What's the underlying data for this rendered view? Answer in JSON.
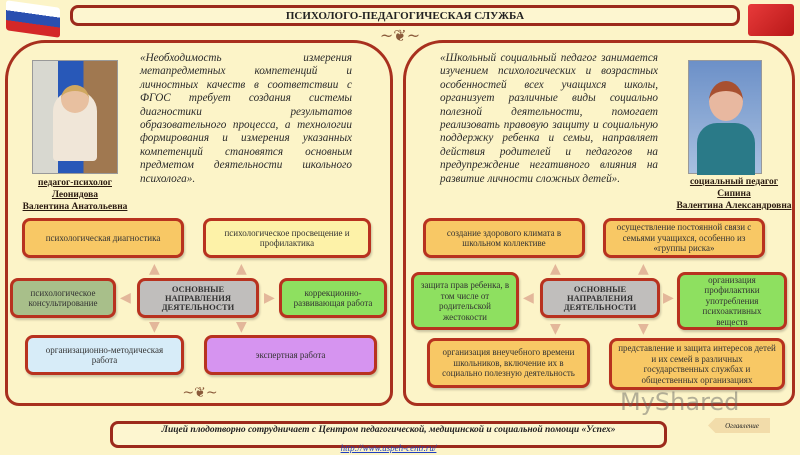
{
  "header": {
    "title": "ПСИХОЛОГО-ПЕДАГОГИЧЕСКАЯ СЛУЖБА"
  },
  "colors": {
    "border": "#a8301e",
    "background": "#fcf4c8",
    "orange": "#f8c865",
    "yellow": "#fdf2a8",
    "green": "#8ee060",
    "grey_green": "#a8bf8a",
    "light_blue": "#d7ecf8",
    "violet": "#d694f0",
    "center": "#c0bebc"
  },
  "left": {
    "quote": "«Необходимость измерения метапредметных компетенций и личностных качеств в соответствии с ФГОС требует создания системы диагностики результатов образовательного процесса, а технологии формирования и измерения указанных компетенций становятся основным предметом деятельности школьного психолога».",
    "caption": [
      "педагог-психолог",
      "Леонидова",
      "Валентина Анатольевна"
    ],
    "center": "ОСНОВНЫЕ НАПРАВЛЕНИЯ ДЕЯТЕЛЬНОСТИ",
    "boxes": [
      "психологическая диагностика",
      "психологическое просвещение и профилактика",
      "психологическое консультирование",
      "коррекционно-развивающая работа",
      "организационно-методическая работа",
      "экспертная работа"
    ]
  },
  "right": {
    "quote": "«Школьный социальный педагог занимается изучением психологических и возрастных особенностей всех учащихся школы, организует различные виды социально полезной деятельности, помогает реализовать правовую защиту и социальную поддержку ребенка и семьи, направляет действия родителей и педагогов на предупреждение негативного влияния на развитие личности сложных детей».",
    "caption": [
      "социальный педагог",
      "Сипина",
      "Валентина Александровна"
    ],
    "center": "ОСНОВНЫЕ НАПРАВЛЕНИЯ ДЕЯТЕЛЬНОСТИ",
    "boxes": [
      "создание здорового климата в школьном коллективе",
      "осуществление постоянной связи с семьями учащихся, особенно из «группы риска»",
      "защита прав ребенка, в том числе от родительской жестокости",
      "организация профилактики употребления психоактивных веществ",
      "организация внеучебного времени школьников, включение их в социально полезную деятельность",
      "представление и защита интересов детей и их семей в различных государственных службах и общественных организациях"
    ]
  },
  "footer": {
    "text": "Лицей плодотворно сотрудничает с Центром педагогической, медицинской и социальной помощи «Успех»",
    "link": "http://www.uspeh-centr.ru/",
    "toc_button": "Оглавление"
  },
  "watermark": "MyShared"
}
